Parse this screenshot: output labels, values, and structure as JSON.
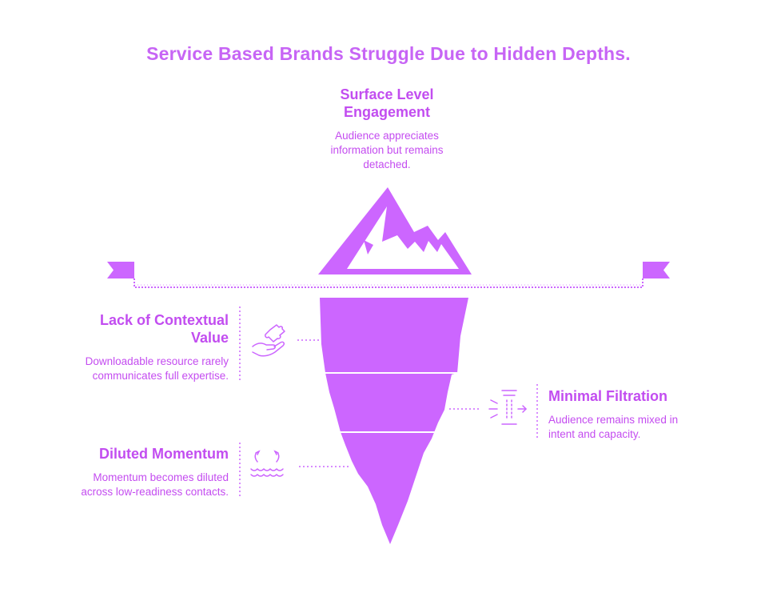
{
  "title": "Service Based Brands Struggle Due to Hidden Depths.",
  "colors": {
    "accent": "#c24df0",
    "fill": "#cc66ff",
    "title": "#c765f5"
  },
  "sections": {
    "surface": {
      "heading_line1": "Surface Level",
      "heading_line2": "Engagement",
      "desc_line1": "Audience appreciates",
      "desc_line2": "information but remains",
      "desc_line3": "detached.",
      "icon": "iceberg-tip"
    },
    "contextual": {
      "heading_line1": "Lack of Contextual",
      "heading_line2": "Value",
      "desc_line1": "Downloadable resource rarely",
      "desc_line2": "communicates full expertise.",
      "icon": "hand-puzzle-icon"
    },
    "filtration": {
      "heading": "Minimal Filtration",
      "desc_line1": "Audience remains mixed in",
      "desc_line2": "intent and capacity.",
      "icon": "filter-icon"
    },
    "momentum": {
      "heading": "Diluted Momentum",
      "desc_line1": "Momentum becomes diluted",
      "desc_line2": "across low-readiness contacts.",
      "icon": "waves-icon"
    }
  }
}
